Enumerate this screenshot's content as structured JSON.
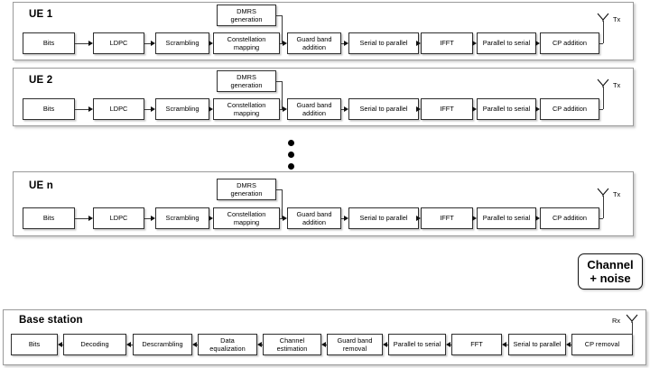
{
  "diagram": {
    "title": "Uplink OFDM transceiver chain block diagram",
    "background": "#ffffff",
    "line_color": "#3a3a3a",
    "box_border_color": "#2e2e2e",
    "panel_border_color": "#9a9a9a"
  },
  "ue_panels": [
    {
      "title": "UE 1",
      "antenna_label": "Tx",
      "branch_box": "DMRS\ngeneration",
      "chain": [
        "Bits",
        "LDPC",
        "Scrambling",
        "Constellation\nmapping",
        "Guard band\naddition",
        "Serial to parallel",
        "IFFT",
        "Parallel to serial",
        "CP addition"
      ]
    },
    {
      "title": "UE 2",
      "antenna_label": "Tx",
      "branch_box": "DMRS\ngeneration",
      "chain": [
        "Bits",
        "LDPC",
        "Scrambling",
        "Constellation\nmapping",
        "Guard band\naddition",
        "Serial to parallel",
        "IFFT",
        "Parallel to serial",
        "CP addition"
      ]
    },
    {
      "title": "UE n",
      "antenna_label": "Tx",
      "branch_box": "DMRS\ngeneration",
      "chain": [
        "Bits",
        "LDPC",
        "Scrambling",
        "Constellation\nmapping",
        "Guard band\naddition",
        "Serial to parallel",
        "IFFT",
        "Parallel to serial",
        "CP addition"
      ]
    }
  ],
  "ellipsis": {
    "count": 3,
    "meaning": "more UEs"
  },
  "channel": {
    "line1": "Channel",
    "line2": "+ noise"
  },
  "base_station": {
    "title": "Base station",
    "antenna_label": "Rx",
    "chain": [
      "Bits",
      "Decoding",
      "Descrambling",
      "Data\nequalization",
      "Channel\nestimation",
      "Guard band\nremoval",
      "Parallel to serial",
      "FFT",
      "Serial to parallel",
      "CP removal"
    ]
  }
}
